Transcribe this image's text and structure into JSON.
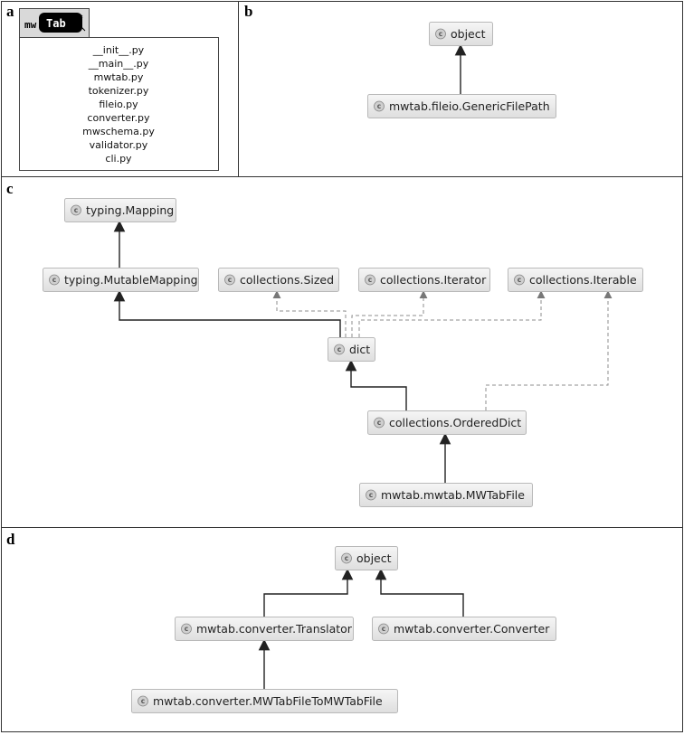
{
  "panels": {
    "a": "a",
    "b": "b",
    "c": "c",
    "d": "d"
  },
  "logo": {
    "prefix": "mw",
    "word": "Tab"
  },
  "files": [
    "__init__.py",
    "__main__.py",
    "mwtab.py",
    "tokenizer.py",
    "fileio.py",
    "converter.py",
    "mwschema.py",
    "validator.py",
    "cli.py"
  ],
  "class_icon_letter": "c",
  "colors": {
    "node_fill_top": "#f6f6f6",
    "node_fill_bottom": "#dedede",
    "node_border": "#b9b9b9",
    "solid_edge": "#222222",
    "dashed_edge": "#8c8c8c",
    "icon_fill": "#cfcfcf"
  },
  "diagram_b": {
    "nodes": [
      {
        "id": "b_object",
        "label": "object"
      },
      {
        "id": "b_gfp",
        "label": "mwtab.fileio.GenericFilePath"
      }
    ],
    "edges": [
      {
        "from": "b_gfp",
        "to": "b_object",
        "style": "solid"
      }
    ]
  },
  "diagram_c": {
    "nodes": [
      {
        "id": "c_mapping",
        "label": "typing.Mapping"
      },
      {
        "id": "c_mutmap",
        "label": "typing.MutableMapping"
      },
      {
        "id": "c_sized",
        "label": "collections.Sized"
      },
      {
        "id": "c_iterator",
        "label": "collections.Iterator"
      },
      {
        "id": "c_iterable",
        "label": "collections.Iterable"
      },
      {
        "id": "c_dict",
        "label": "dict"
      },
      {
        "id": "c_odict",
        "label": "collections.OrderedDict"
      },
      {
        "id": "c_mwtabfile",
        "label": "mwtab.mwtab.MWTabFile"
      }
    ],
    "edges": [
      {
        "from": "c_mutmap",
        "to": "c_mapping",
        "style": "solid"
      },
      {
        "from": "c_dict",
        "to": "c_mutmap",
        "style": "solid"
      },
      {
        "from": "c_dict",
        "to": "c_sized",
        "style": "dashed"
      },
      {
        "from": "c_dict",
        "to": "c_iterator",
        "style": "dashed"
      },
      {
        "from": "c_dict",
        "to": "c_iterable",
        "style": "dashed"
      },
      {
        "from": "c_odict",
        "to": "c_dict",
        "style": "solid"
      },
      {
        "from": "c_odict",
        "to": "c_iterable",
        "style": "dashed"
      },
      {
        "from": "c_mwtabfile",
        "to": "c_odict",
        "style": "solid"
      }
    ]
  },
  "diagram_d": {
    "nodes": [
      {
        "id": "d_object",
        "label": "object"
      },
      {
        "id": "d_translator",
        "label": "mwtab.converter.Translator"
      },
      {
        "id": "d_converter",
        "label": "mwtab.converter.Converter"
      },
      {
        "id": "d_m2m",
        "label": "mwtab.converter.MWTabFileToMWTabFile"
      }
    ],
    "edges": [
      {
        "from": "d_translator",
        "to": "d_object",
        "style": "solid"
      },
      {
        "from": "d_converter",
        "to": "d_object",
        "style": "solid"
      },
      {
        "from": "d_m2m",
        "to": "d_translator",
        "style": "solid"
      }
    ]
  }
}
